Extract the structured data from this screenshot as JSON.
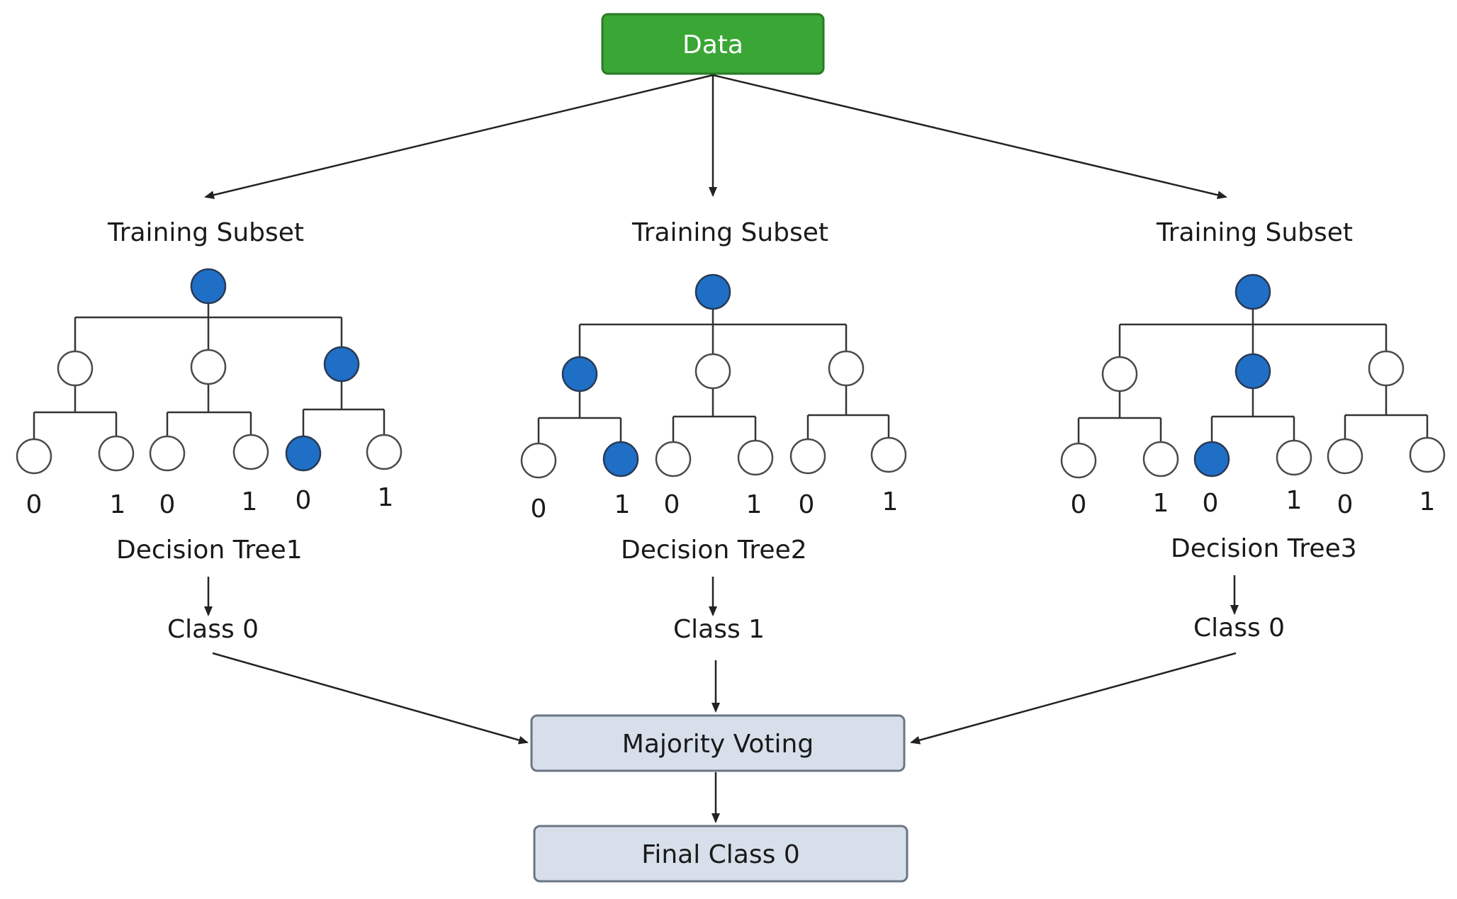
{
  "colors": {
    "data_box_fill": "#3aa635",
    "data_box_stroke": "#2a7a26",
    "process_box_fill": "#d6dfea",
    "process_box_stroke": "#6b7683",
    "node_filled": "#1f6fc6",
    "node_empty": "#ffffff"
  },
  "data_box": {
    "label": "Data"
  },
  "trees": [
    {
      "subset_label": "Training Subset",
      "tree_label": "Decision Tree1",
      "class_label": "Class 0",
      "leaf_labels": [
        "0",
        "1",
        "0",
        "1",
        "0",
        "1"
      ],
      "path_highlight": [
        "root",
        "child-3",
        "leaf-5"
      ]
    },
    {
      "subset_label": "Training Subset",
      "tree_label": "Decision Tree2",
      "class_label": "Class 1",
      "leaf_labels": [
        "0",
        "1",
        "0",
        "1",
        "0",
        "1"
      ],
      "path_highlight": [
        "root",
        "child-1",
        "leaf-2"
      ]
    },
    {
      "subset_label": "Training Subset",
      "tree_label": "Decision Tree3",
      "class_label": "Class 0",
      "leaf_labels": [
        "0",
        "1",
        "0",
        "1",
        "0",
        "1"
      ],
      "path_highlight": [
        "root",
        "child-2",
        "leaf-3"
      ]
    }
  ],
  "majority_box": {
    "label": "Majority Voting"
  },
  "final_box": {
    "label": "Final Class 0"
  }
}
